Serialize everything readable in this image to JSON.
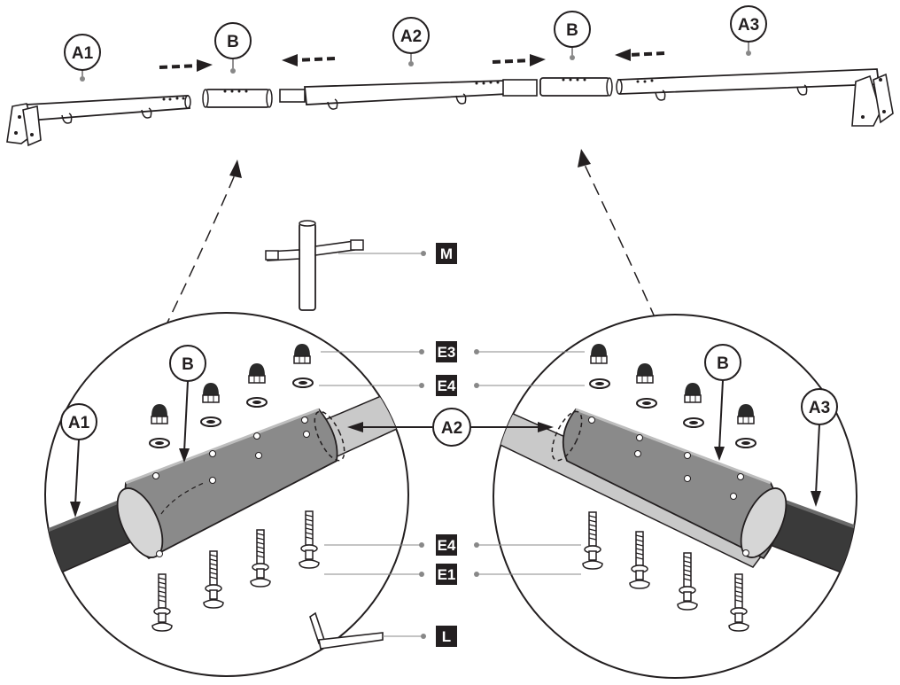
{
  "labels": {
    "A1": "A1",
    "A2": "A2",
    "A3": "A3",
    "B": "B",
    "M": "M",
    "E3": "E3",
    "E4": "E4",
    "E1": "E1",
    "L": "L"
  },
  "colors": {
    "ink": "#231f20",
    "tube_dark": "#4a4a4a",
    "tube_mid": "#8c8c8c",
    "tube_light": "#d9d9d9",
    "label_box": "#231f20",
    "label_text_on_box": "#ffffff"
  },
  "icons": [
    "right-arrow-icon",
    "left-arrow-icon",
    "up-arrow-icon",
    "cap-nut-icon",
    "washer-icon",
    "bolt-icon",
    "allen-key-icon",
    "t-wrench-icon"
  ]
}
